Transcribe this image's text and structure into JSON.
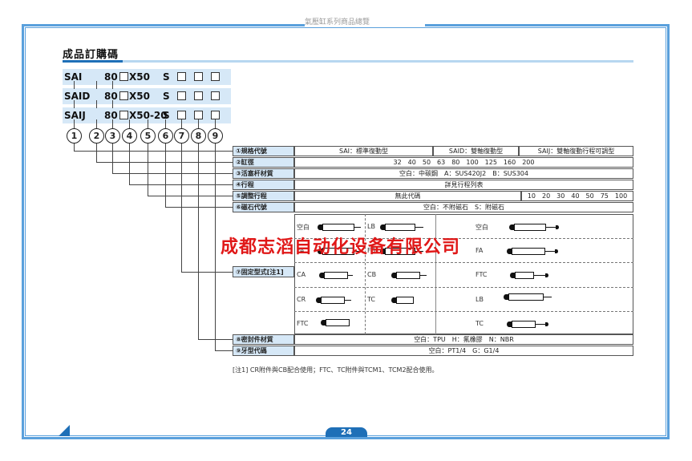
{
  "header": {
    "running_text": "氣壓缸系列商品總覽"
  },
  "section_title": "成品訂購碼",
  "code_rows": [
    {
      "model": "SAI",
      "bore": "80",
      "stroke": "X50",
      "magnet": "S"
    },
    {
      "model": "SAID",
      "bore": "80",
      "stroke": "X50",
      "magnet": "S"
    },
    {
      "model": "SAIJ",
      "bore": "80",
      "stroke": "X50-20",
      "magnet": "S"
    }
  ],
  "circled_numbers": [
    "1",
    "2",
    "3",
    "4",
    "5",
    "6",
    "7",
    "8",
    "9"
  ],
  "spec_rows": [
    {
      "label": "①規格代號",
      "cells": [
        "SAI：標準復動型",
        "SAID：雙軸復動型",
        "SAIJ：雙軸復動行程可調型"
      ]
    },
    {
      "label": "②缸徑",
      "cells": [
        "32　40　50　63　80　100　125　160　200"
      ]
    },
    {
      "label": "③活塞杆材質",
      "cells": [
        "空白：中碳鋼　A：SUS420J2　B：SUS304"
      ]
    },
    {
      "label": "④行程",
      "cells": [
        "詳見行程列表"
      ]
    },
    {
      "label": "⑤調整行程",
      "cells": [
        "無此代碼",
        "10　20　30　40　50　75　100"
      ]
    },
    {
      "label": "⑥磁石代號",
      "cells": [
        "空白：不附磁石　S：附磁石"
      ]
    }
  ],
  "mount": {
    "label": "⑦固定型式[注1]",
    "cells": [
      {
        "code": "空白"
      },
      {
        "code": "LB"
      },
      {
        "code": "空白"
      },
      {
        "code": "FA"
      },
      {
        "code": "FB"
      },
      {
        "code": "FA"
      },
      {
        "code": "CA"
      },
      {
        "code": "CB"
      },
      {
        "code": "FTC"
      },
      {
        "code": "CR"
      },
      {
        "code": "TC"
      },
      {
        "code": "LB"
      },
      {
        "code": "FTC"
      },
      {
        "code": "TC"
      }
    ]
  },
  "seal_row": {
    "label": "⑧密封件材質",
    "text": "空白：TPU　H：氟橡膠　N：NBR"
  },
  "thread_row": {
    "label": "⑨牙型代碼",
    "text": "空白：PT1/4　G：G1/4"
  },
  "note": "[注1] CR附件與CB配合使用；FTC、TC附件與TCM1、TCM2配合使用。",
  "watermark": "成都志滔自动化设备有限公司",
  "page_number": "24",
  "colors": {
    "frame": "#5aa0dc",
    "accent": "#1e6fb7",
    "band": "#d6e8f7",
    "watermark": "#e01818"
  }
}
